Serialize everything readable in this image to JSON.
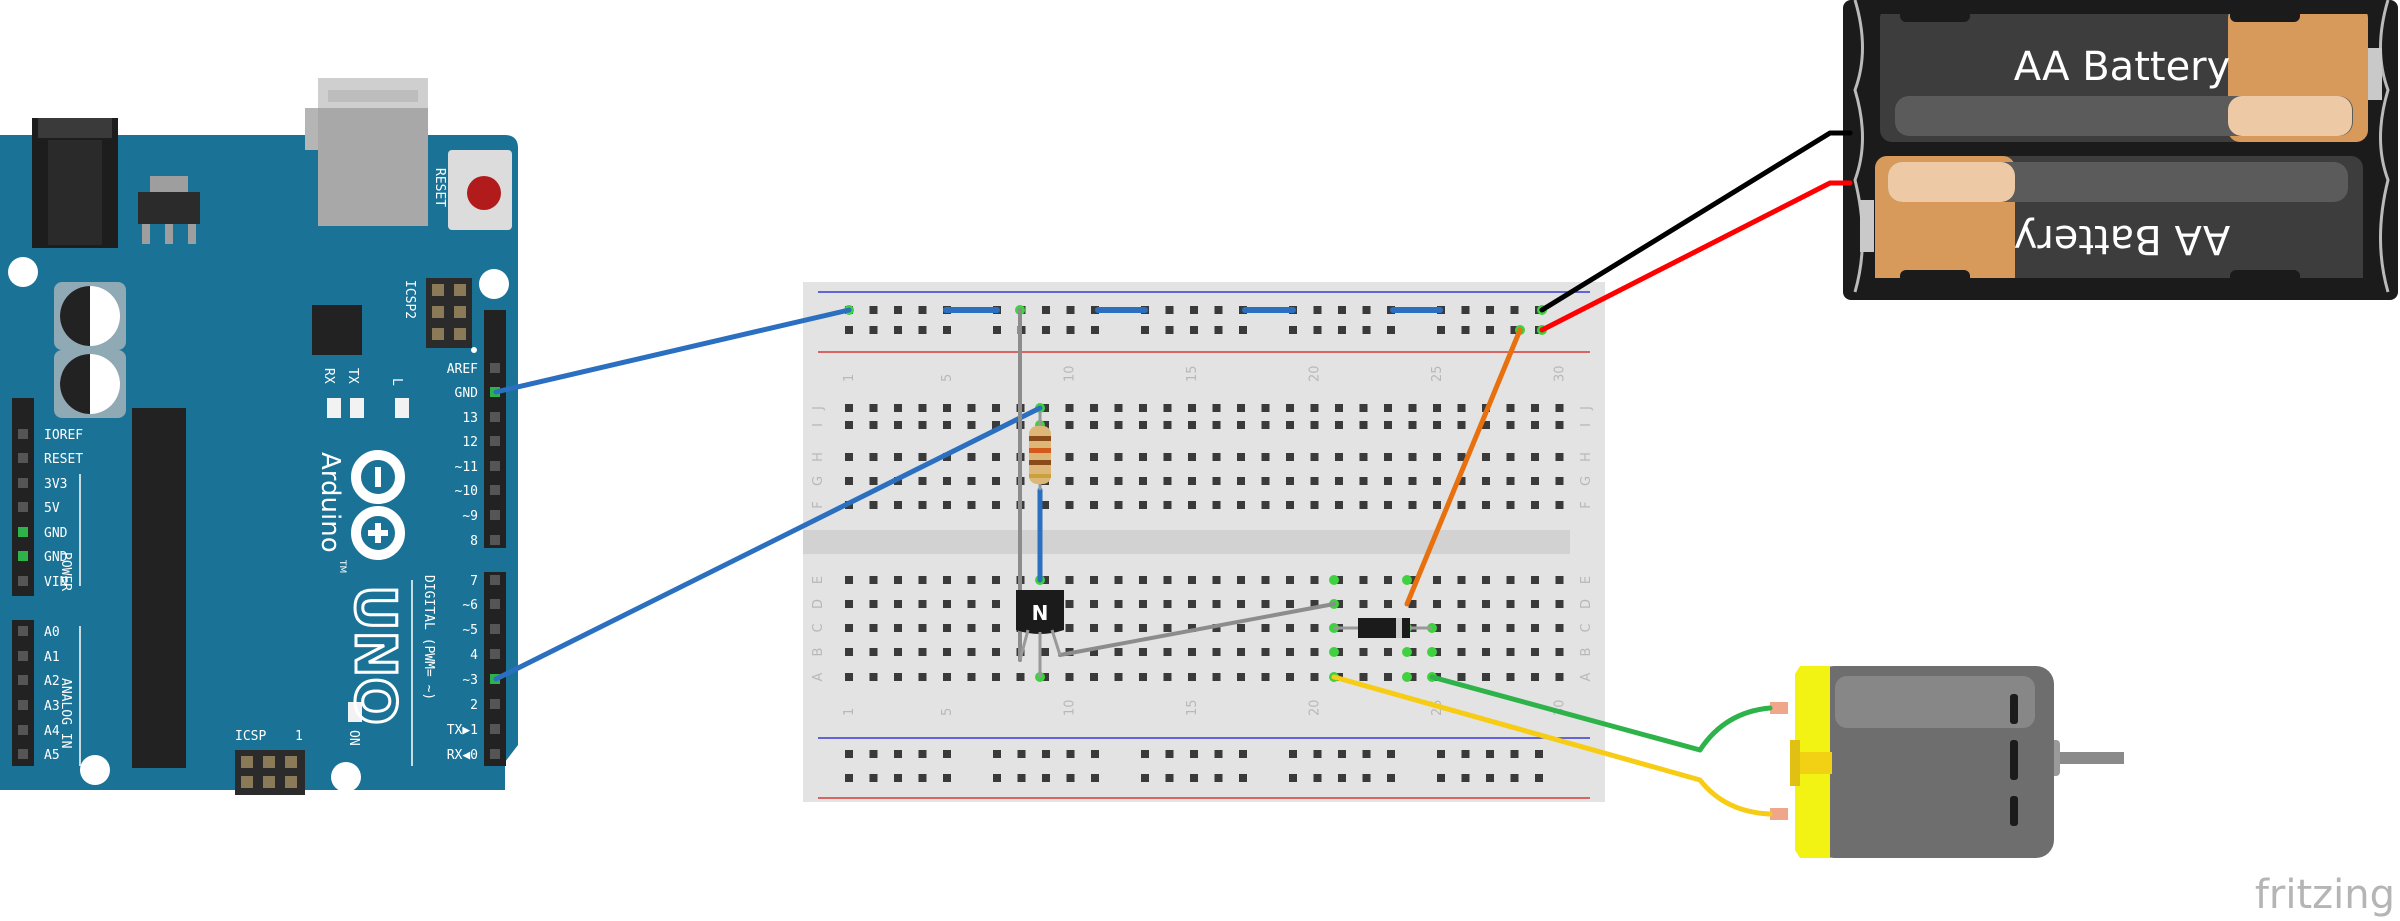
{
  "arduino": {
    "reset_label": "RESET",
    "icsp2_label": "ICSP2",
    "icsp_label": "ICSP",
    "icsp_pin1": "1",
    "rx_label": "RX",
    "tx_label": "TX",
    "l_label": "L",
    "on_label": "ON",
    "brand": "Arduino",
    "tm": "TM",
    "model": "UNO",
    "digital_label": "DIGITAL (PWM= ~)",
    "power_label": "POWER",
    "analog_label": "ANALOG IN",
    "right_pins": [
      "AREF",
      "GND",
      "13",
      "12",
      "~11",
      "~10",
      "~9",
      "8",
      "7",
      "~6",
      "~5",
      "4",
      "~3",
      "2",
      "TX▶1",
      "RX◀0"
    ],
    "left_pins": [
      "IOREF",
      "RESET",
      "3V3",
      "5V",
      "GND",
      "GND",
      "VIN",
      "A0",
      "A1",
      "A2",
      "A3",
      "A4",
      "A5"
    ]
  },
  "breadboard": {
    "top_numbers": [
      "1",
      "5",
      "10",
      "15",
      "20",
      "25",
      "30"
    ],
    "bottom_numbers": [
      "1",
      "5",
      "10",
      "15",
      "20",
      "25",
      "30"
    ],
    "rows_top": [
      "J",
      "I",
      "H",
      "G",
      "F"
    ],
    "rows_bottom": [
      "E",
      "D",
      "C",
      "B",
      "A"
    ]
  },
  "transistor": {
    "label": "N"
  },
  "battery": {
    "top_label": "AA Battery",
    "bottom_label": "AA Battery"
  },
  "watermark": "fritzing",
  "colors": {
    "arduino_board": "#1a7397",
    "wire_blue": "#2a6fc0",
    "wire_black": "#000000",
    "wire_red": "#ff0000",
    "wire_orange": "#e8700e",
    "wire_green": "#2eb34a",
    "wire_yellow": "#f7cc14",
    "wire_gray": "#8c8c8c",
    "motor_yellow": "#f2f213",
    "battery_copper": "#d79a5a"
  }
}
